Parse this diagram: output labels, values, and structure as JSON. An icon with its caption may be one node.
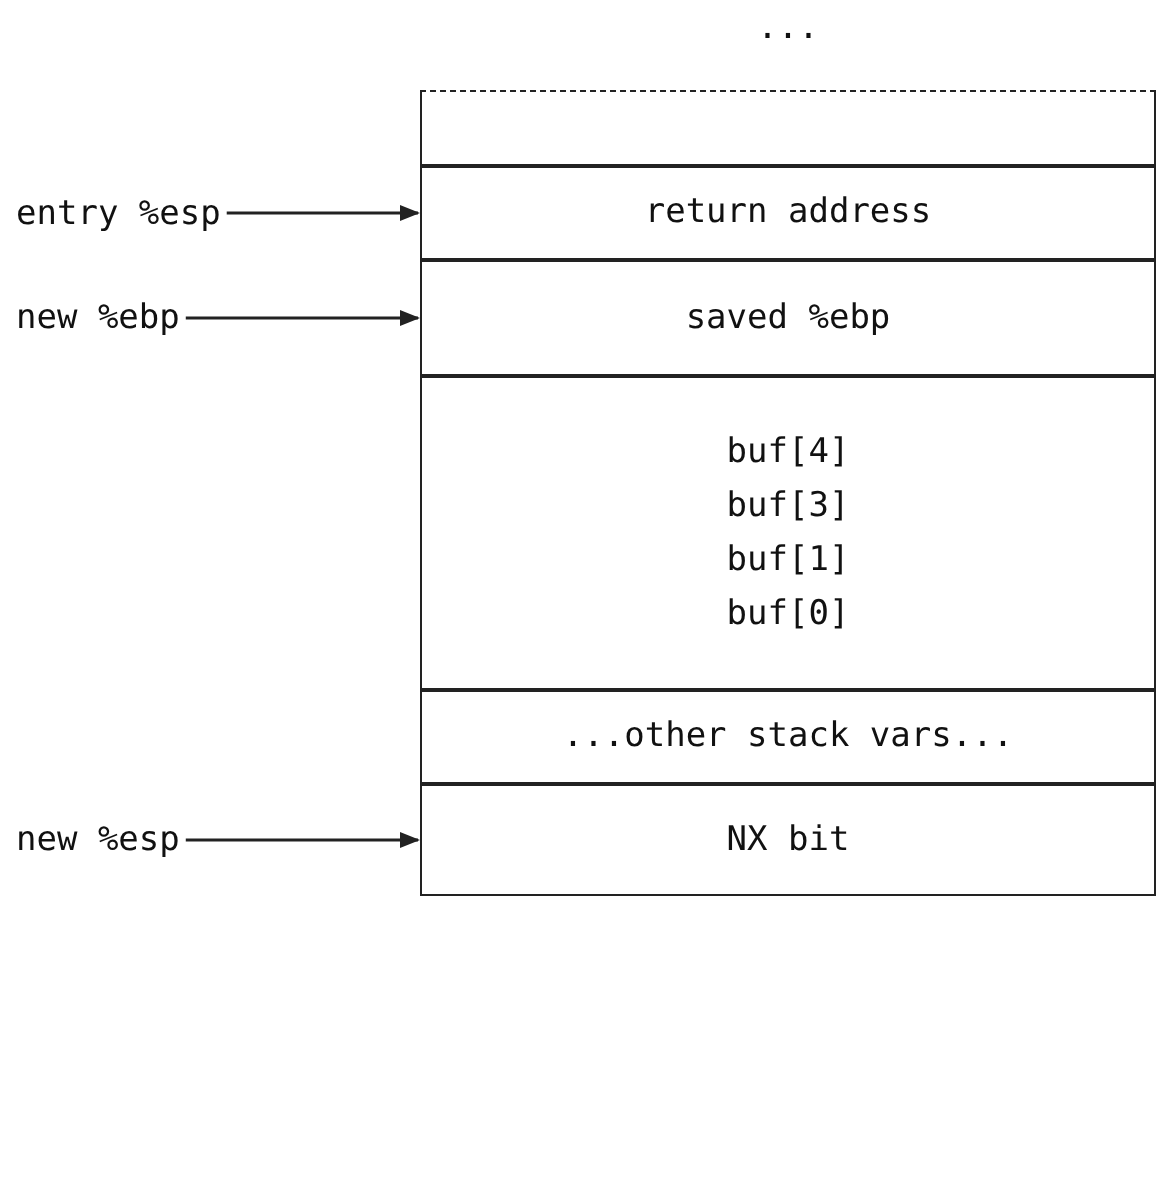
{
  "diagram": {
    "nodes": [
      {
        "text": [],
        "shape": "box"
      },
      {
        "text": [
          "return address"
        ]
      },
      {
        "text": [
          "saved %ebp"
        ]
      },
      {
        "text": [
          "buf[4]",
          "buf[3]",
          "buf[1]",
          "buf[0]"
        ]
      },
      {
        "text": [
          "...other stack vars..."
        ]
      },
      {
        "text": [
          "NX bit"
        ]
      },
      {
        "text": [
          "entry %esp"
        ]
      },
      {
        "text": [
          "new %ebp"
        ]
      },
      {
        "text": [
          "new %esp"
        ]
      }
    ],
    "edges": [
      {
        "from": 6,
        "to": 1,
        "arrow": "to"
      },
      {
        "from": 7,
        "to": 2,
        "arrow": "to"
      },
      {
        "from": 8,
        "to": 5,
        "arrow": "to"
      }
    ],
    "labels": [
      "..."
    ]
  }
}
